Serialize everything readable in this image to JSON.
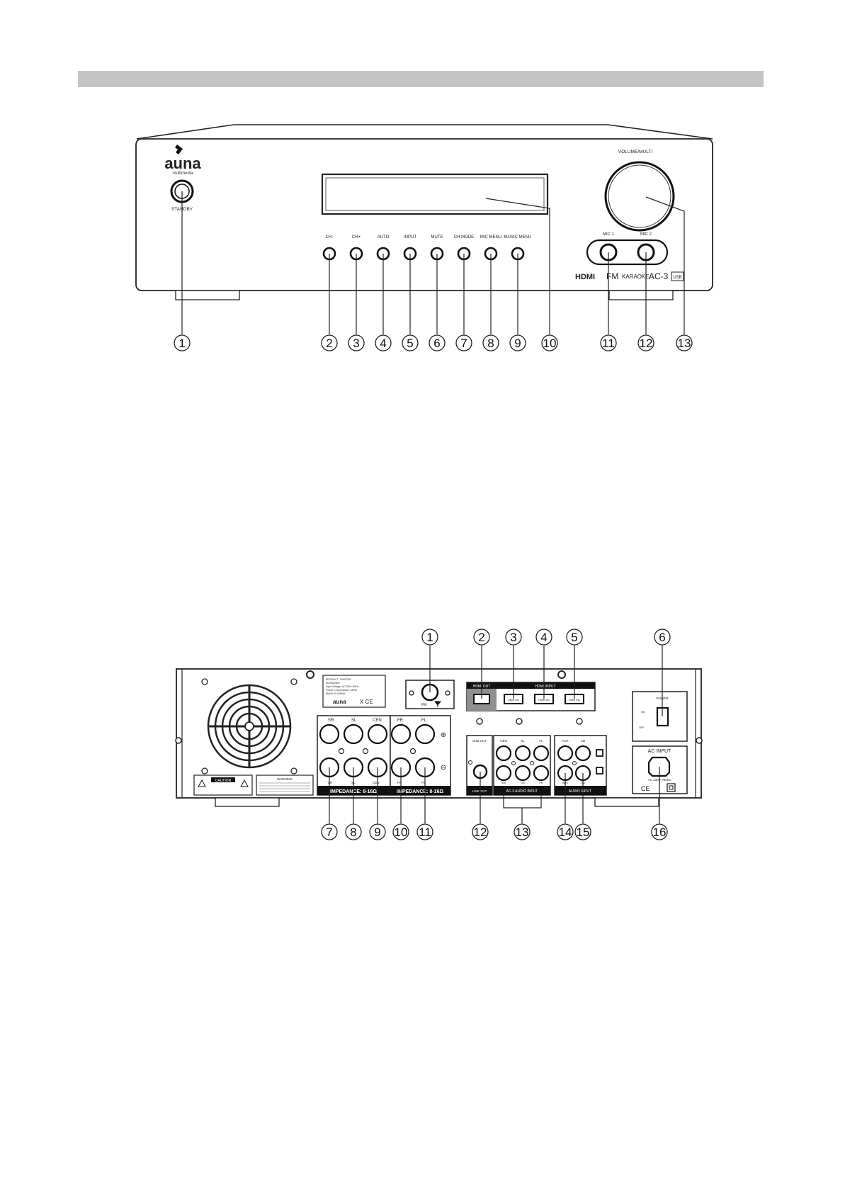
{
  "header": {
    "bar_color": "#c4c4c4"
  },
  "front": {
    "brand": {
      "name": "auna",
      "tagline": "multimedia"
    },
    "standby_label": "STANDBY",
    "buttons": [
      "CH-",
      "CH+",
      "AUTO",
      "INPUT",
      "MUTE",
      "CH MODE",
      "MIC MENU",
      "MUSIC MENU"
    ],
    "volume_label": "VOLUME/MULTI",
    "mic_labels": [
      "MIC 1",
      "MIC 2"
    ],
    "logos": [
      "HDMI",
      "FM",
      "KARAOKE",
      "AC-3",
      "USB"
    ],
    "callouts": [
      "1",
      "2",
      "3",
      "4",
      "5",
      "6",
      "7",
      "8",
      "9",
      "10",
      "11",
      "12",
      "13"
    ]
  },
  "rear": {
    "rating_lines": [
      "PRODUCT: 70000708",
      "AV-Receiver",
      "Input Voltage: AC230V~50Hz",
      "Power Consumption: 160W",
      "MADE IN CHINA"
    ],
    "rating_brand": "auna",
    "fm_label": "FM",
    "hdmi_out_label": "HDMI OUT",
    "hdmi_input_label": "HDMI INPUT",
    "hdmi_inputs": [
      "HDMI IN1",
      "HDMI IN2",
      "HDMI IN3"
    ],
    "power_label": "POWER",
    "power_on": "ON",
    "power_off": "OFF",
    "speaker_top_left": [
      "SR",
      "SL",
      "CEN"
    ],
    "speaker_bottom_left": [
      "SR",
      "SL",
      "CEN"
    ],
    "speaker_top_right": [
      "FR",
      "FL"
    ],
    "speaker_bottom_right": [
      "FR",
      "FL"
    ],
    "impedance_left": "IMPEDANCE: 8-16Ω",
    "impedance_right": "IMPEDANCE: 8-16Ω",
    "sub_out_label": "SUB OUT",
    "line_out_label": "LINE OUT",
    "ac3_top": [
      "CEN",
      "SL",
      "FL"
    ],
    "ac3_bottom": [
      "SW",
      "SR",
      "FR"
    ],
    "ac3_label": "AC-3 AUDIO INPUT",
    "audio_top": [
      "AUX",
      "CD"
    ],
    "audio_bottom": [
      "AUX",
      "CD"
    ],
    "audio_label": "AUDIO INPUT",
    "ac_input_label": "AC INPUT",
    "ac_rating": "AC 230V~/50Hz",
    "caution_label": "CAUTION",
    "warning_label": "WARNING",
    "callouts": [
      "1",
      "2",
      "3",
      "4",
      "5",
      "6",
      "7",
      "8",
      "9",
      "10",
      "11",
      "12",
      "13",
      "14",
      "15",
      "16"
    ]
  }
}
